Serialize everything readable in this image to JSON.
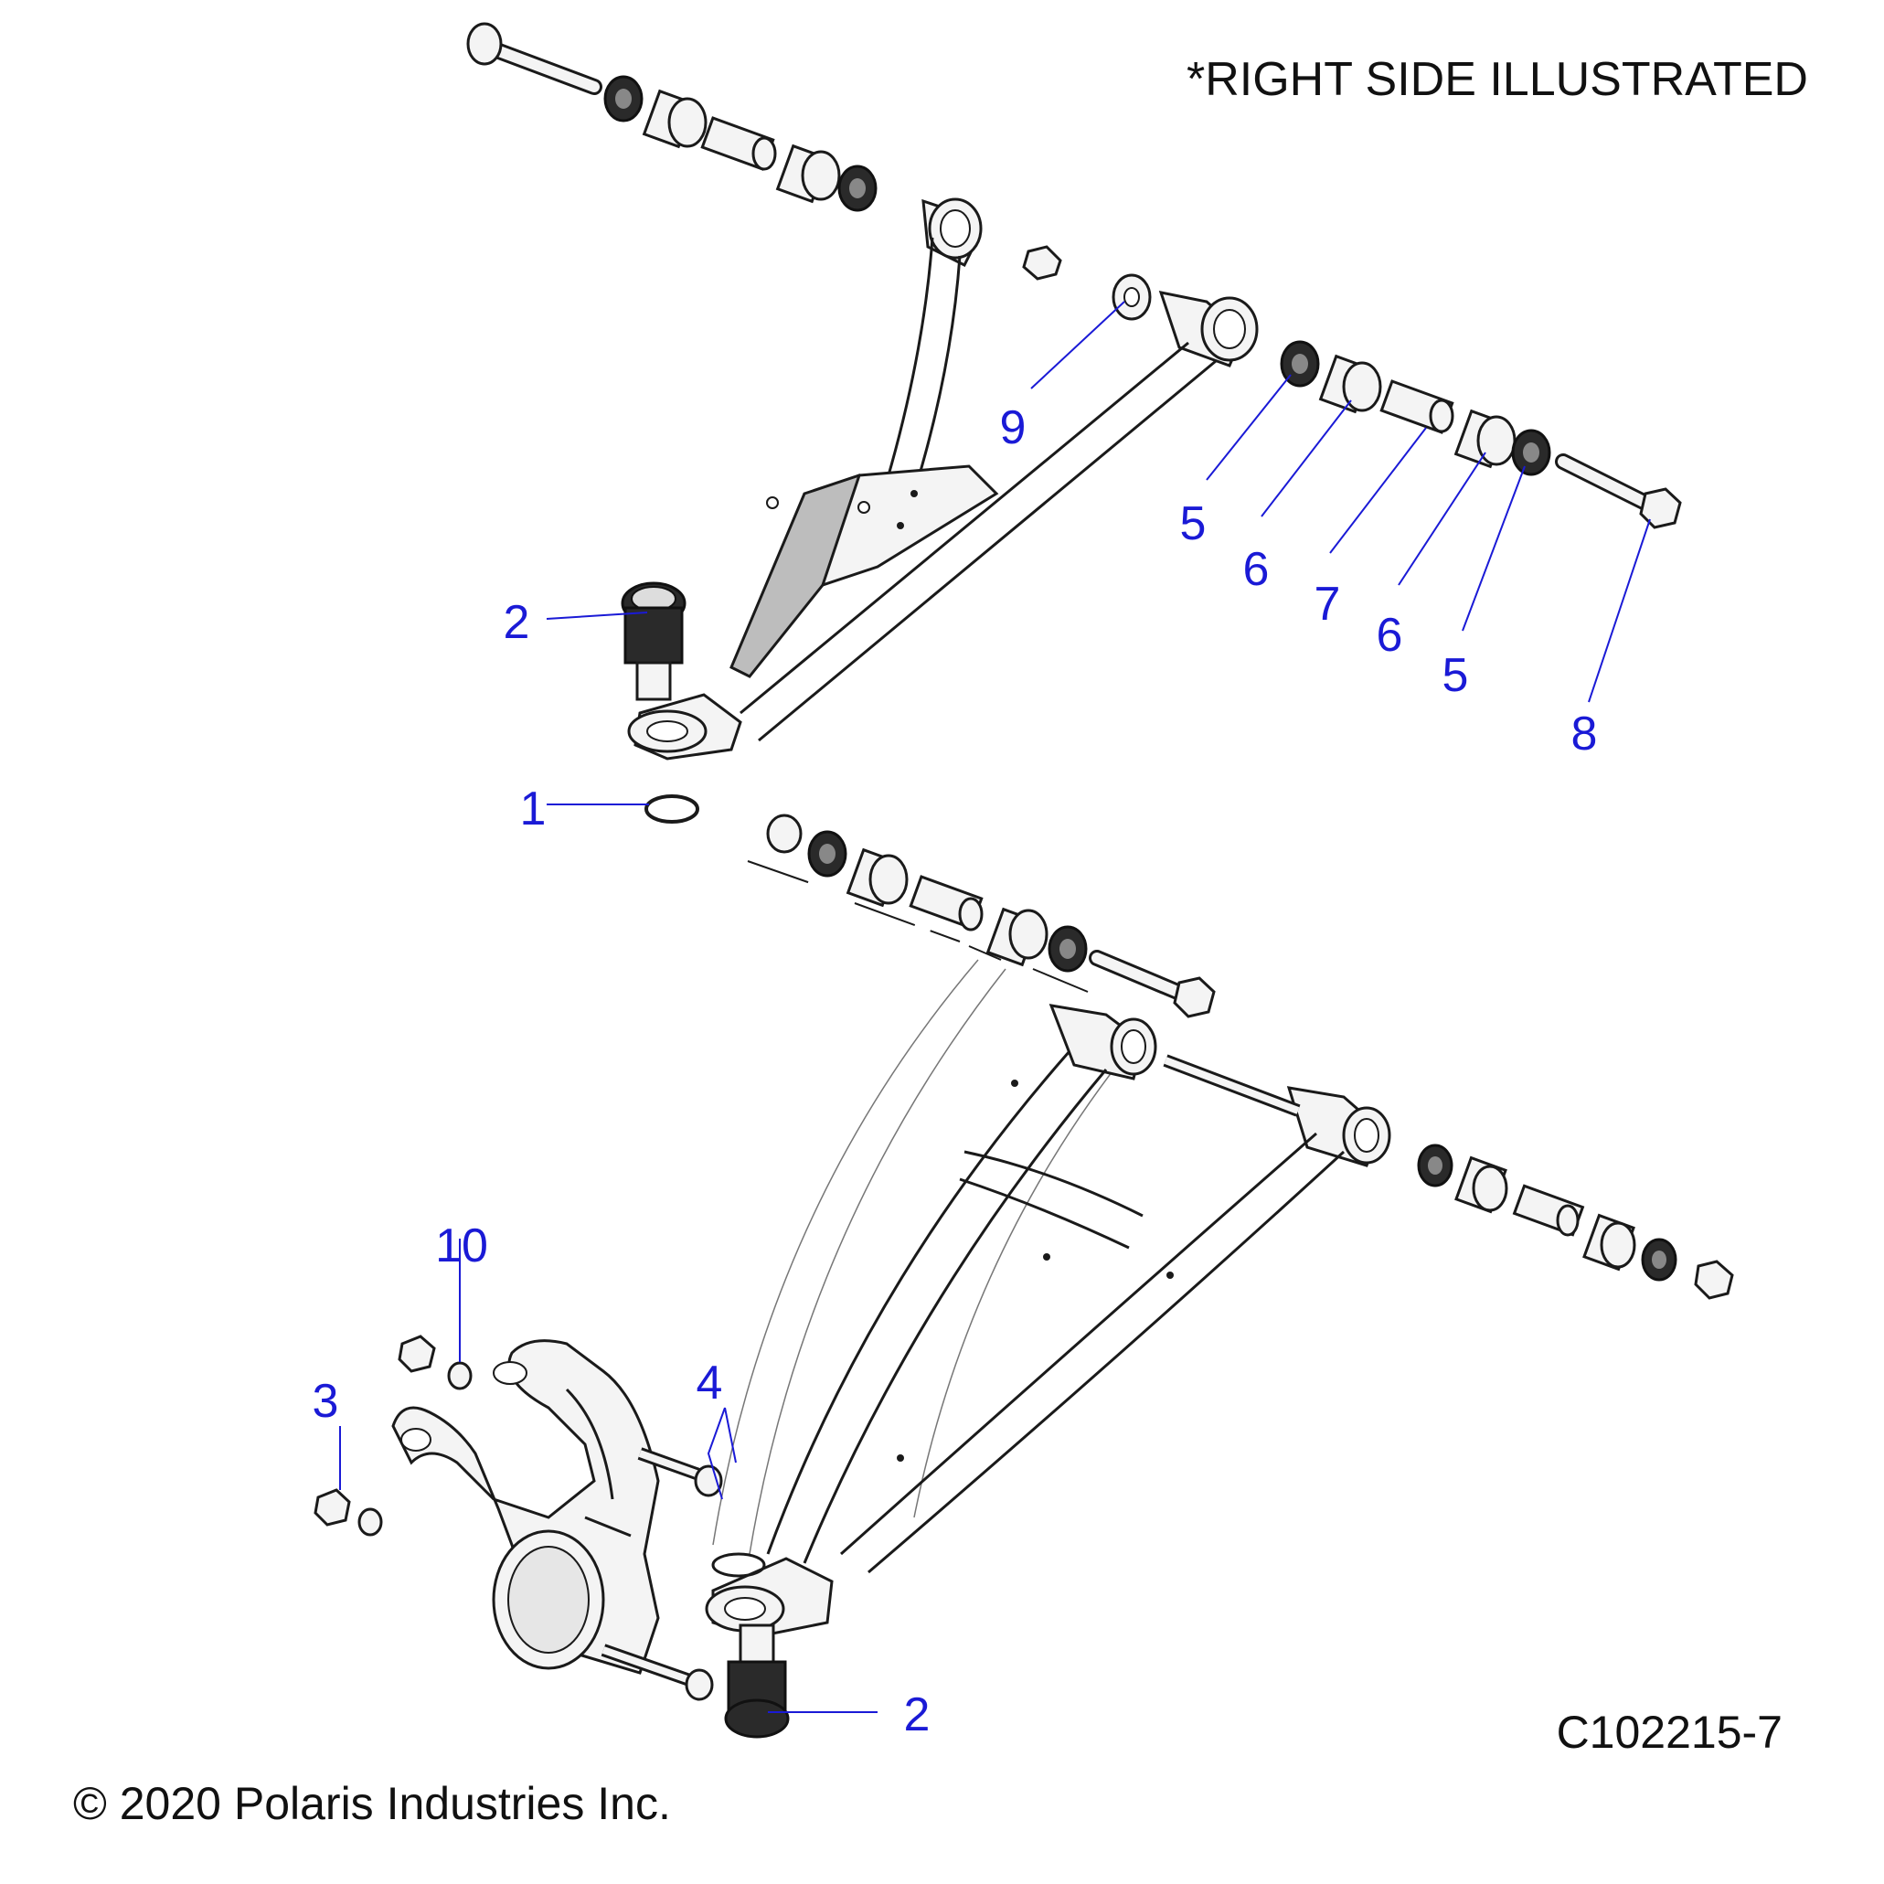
{
  "header": {
    "note": "*RIGHT SIDE ILLUSTRATED"
  },
  "footer": {
    "copyright": "© 2020 Polaris Industries Inc.",
    "drawing_number": "C102215-7"
  },
  "callouts": {
    "c1": "1",
    "c2_upper": "2",
    "c2_lower": "2",
    "c3": "3",
    "c4": "4",
    "c5_a": "5",
    "c5_b": "5",
    "c6_a": "6",
    "c6_b": "6",
    "c7": "7",
    "c8": "8",
    "c9": "9",
    "c10": "10"
  },
  "colors": {
    "callout": "#1a1ad6",
    "line_art": "#1a1a1a",
    "background": "#ffffff"
  }
}
